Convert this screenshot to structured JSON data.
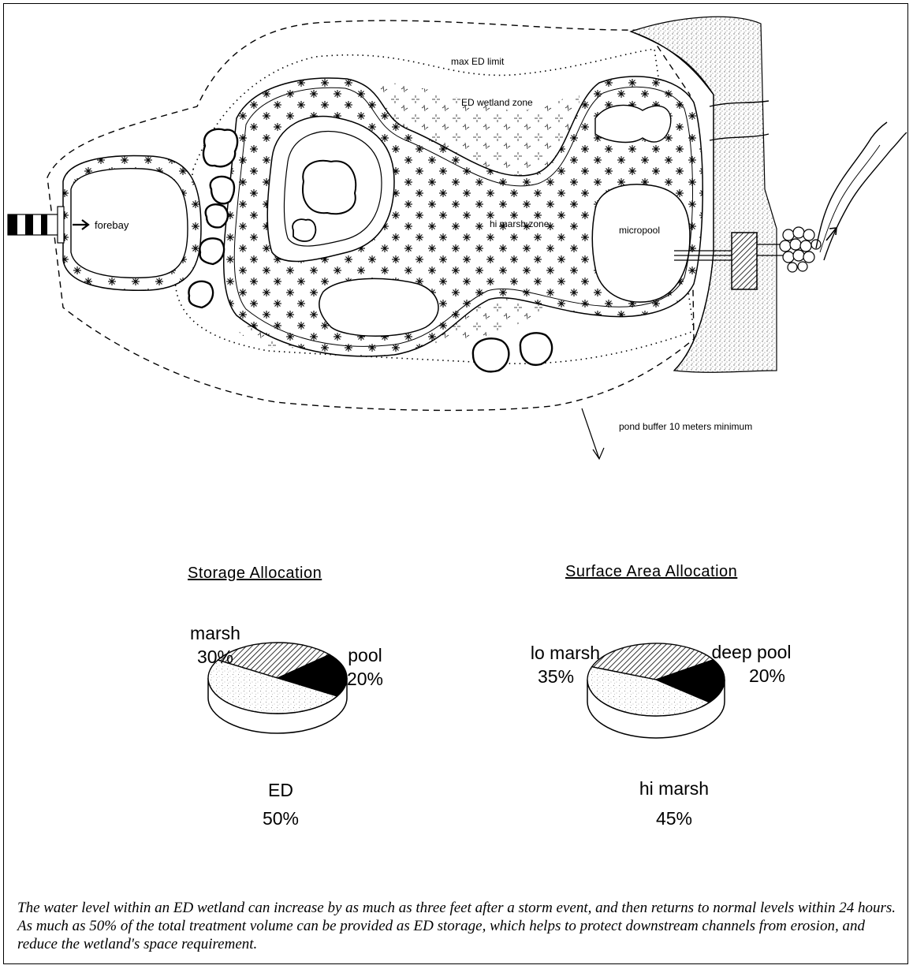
{
  "diagram": {
    "labels": {
      "max_ed_limit": "max ED limit",
      "ed_wetland_zone": "ED wetland zone",
      "forebay": "forebay",
      "hi_marsh_zone": "hi marsh zone",
      "micropool": "micropool",
      "pond_buffer": "pond buffer 10 meters minimum"
    }
  },
  "chart_data": [
    {
      "type": "pie",
      "title": "Storage Allocation",
      "categories": [
        "marsh",
        "pool",
        "ED"
      ],
      "values": [
        30,
        20,
        50
      ],
      "value_labels": [
        "30%",
        "20%",
        "50%"
      ],
      "fills": [
        "diagonal-hatch",
        "solid-black",
        "light-stipple"
      ]
    },
    {
      "type": "pie",
      "title": "Surface Area Allocation",
      "categories": [
        "lo marsh",
        "deep pool",
        "hi marsh"
      ],
      "values": [
        35,
        20,
        45
      ],
      "value_labels": [
        "35%",
        "20%",
        "45%"
      ],
      "fills": [
        "diagonal-hatch",
        "solid-black",
        "light-stipple"
      ]
    }
  ],
  "caption": "The water level within an ED wetland can increase by as much as three feet after a storm event, and then returns to normal levels within 24 hours.  As much as 50% of the total treatment volume can be provided as ED storage, which helps to protect downstream channels from erosion, and reduce the wetland's space requirement."
}
